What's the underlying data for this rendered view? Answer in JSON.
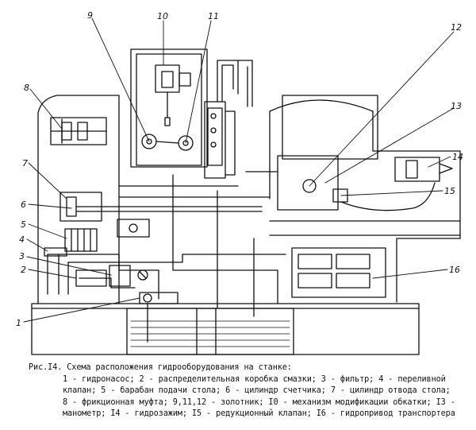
{
  "callouts": [
    "1",
    "2",
    "3",
    "4",
    "5",
    "6",
    "7",
    "8",
    "9",
    "10",
    "11",
    "12",
    "13",
    "14",
    "15",
    "16"
  ],
  "caption": {
    "title": "Рис.I4. Схема расположения гидрооборудования на станке:",
    "lines": [
      "1 - гидронасос; 2 - распределительная коробка смазки; 3 - фильтр; 4 - переливной",
      "клапан; 5 - барабан подачи стола; 6 - цилиндр счетчика; 7 - цилиндр отвода стола;",
      "8 - фрикционная муфта; 9,11,12 - золотник; I0 - механизм модификации обкатки; I3 -",
      "манометр; I4 - гидрозажим; I5 - редукционный клапан; I6 - гидропривод транспортера"
    ]
  }
}
